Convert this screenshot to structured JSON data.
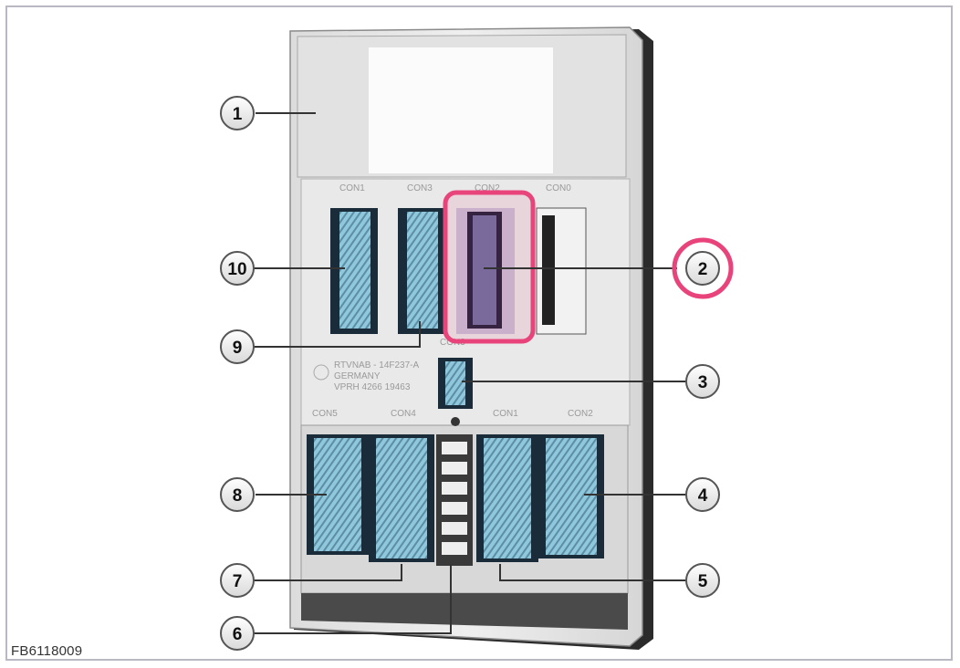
{
  "figure_id": "FB6118009",
  "highlight_color": "#e8437a",
  "connector_color": "#8fc7dd",
  "connector_labels": {
    "con1": "CON1",
    "con3": "CON3",
    "con2": "CON2",
    "con0": "CON0",
    "con5": "CON5",
    "con4": "CON4",
    "con1b": "CON1",
    "con2b": "CON2",
    "small": "CON3"
  },
  "plate_text": [
    "RTVNAB - 14F237-A",
    "GERMANY",
    "VPRH 4266 19463"
  ],
  "callouts": {
    "c1": "1",
    "c2": "2",
    "c3": "3",
    "c4": "4",
    "c5": "5",
    "c6": "6",
    "c7": "7",
    "c8": "8",
    "c9": "9",
    "c10": "10"
  }
}
